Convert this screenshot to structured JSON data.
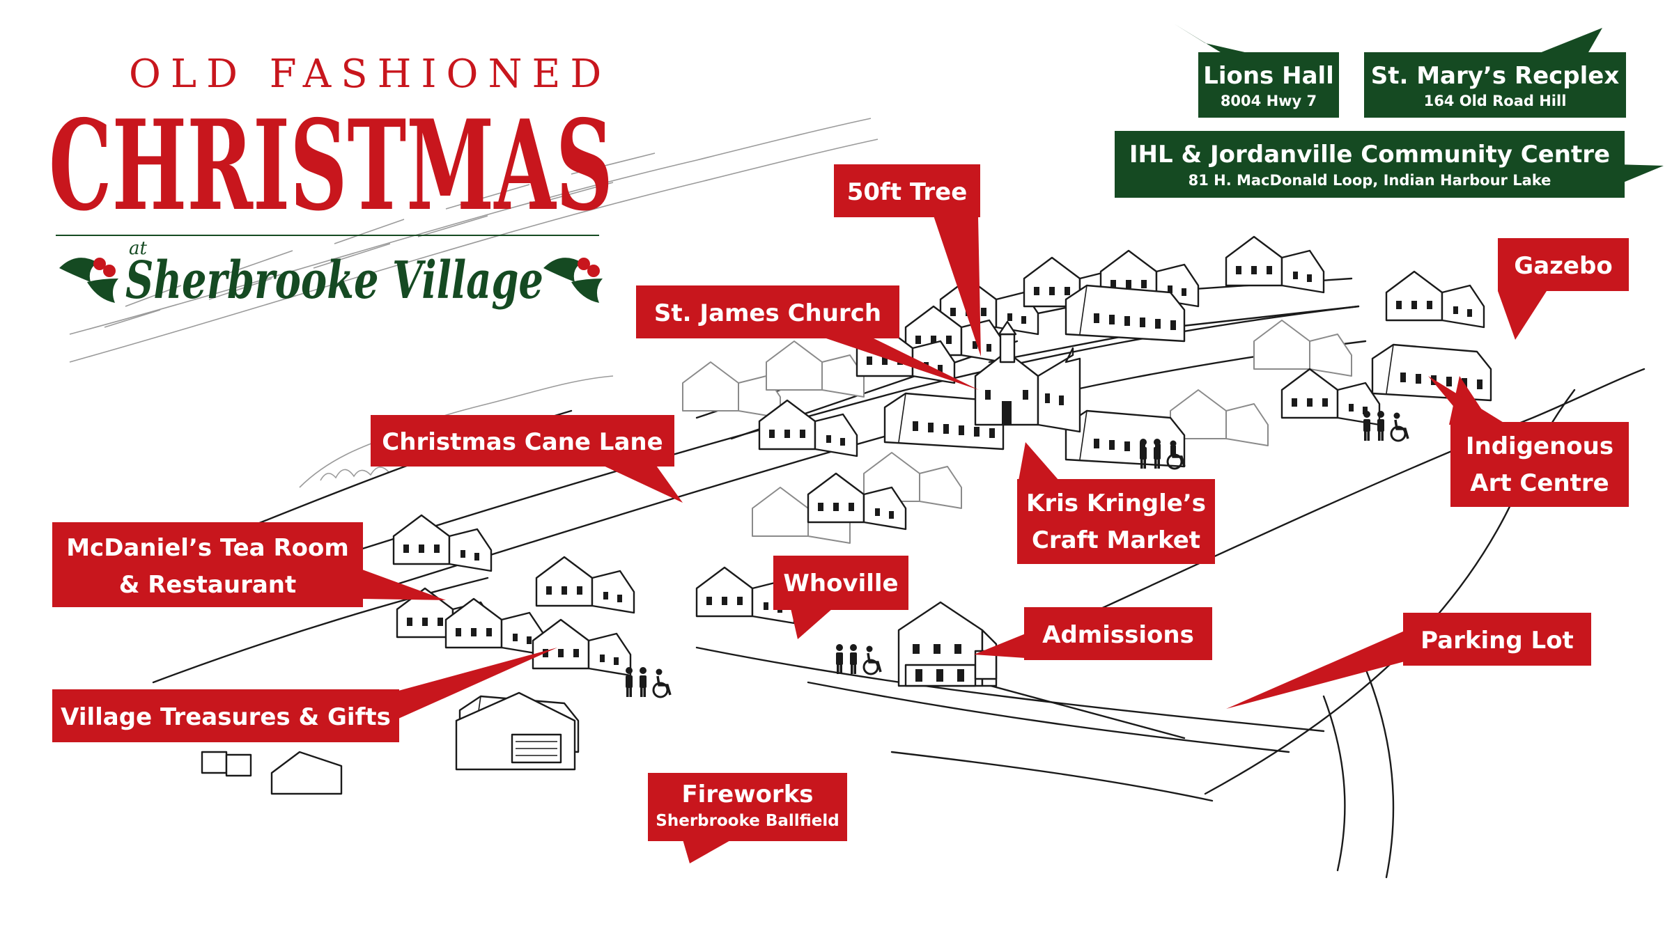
{
  "title": {
    "top": "OLD FASHIONED",
    "main": "CHRISTMAS",
    "at": "at",
    "place": "Sherbrooke Village"
  },
  "colors": {
    "red": "#c8161d",
    "green": "#154a22",
    "ink": "#1a1a1a",
    "background": "#ffffff"
  },
  "offsite_venues": [
    {
      "name": "Lions Hall",
      "address": "8004 Hwy 7"
    },
    {
      "name": "St. Mary’s Recplex",
      "address": "164 Old Road Hill"
    },
    {
      "name": "IHL & Jordanville Community Centre",
      "address": "81 H. MacDonald Loop, Indian Harbour Lake"
    }
  ],
  "labels": {
    "tree": "50ft Tree",
    "church": "St. James Church",
    "gazebo": "Gazebo",
    "cane_lane": "Christmas Cane Lane",
    "tea_room_1": "McDaniel’s Tea Room",
    "tea_room_2": "& Restaurant",
    "kris_1": "Kris Kringle’s",
    "kris_2": "Craft Market",
    "indigenous_1": "Indigenous",
    "indigenous_2": "Art Centre",
    "whoville": "Whoville",
    "admissions": "Admissions",
    "parking": "Parking Lot",
    "gifts": "Village Treasures & Gifts",
    "fireworks": "Fireworks",
    "fireworks_sub": "Sherbrooke Ballfield"
  },
  "icons": [
    "restroom-icon",
    "accessible-icon",
    "holly-icon",
    "house-icon"
  ]
}
